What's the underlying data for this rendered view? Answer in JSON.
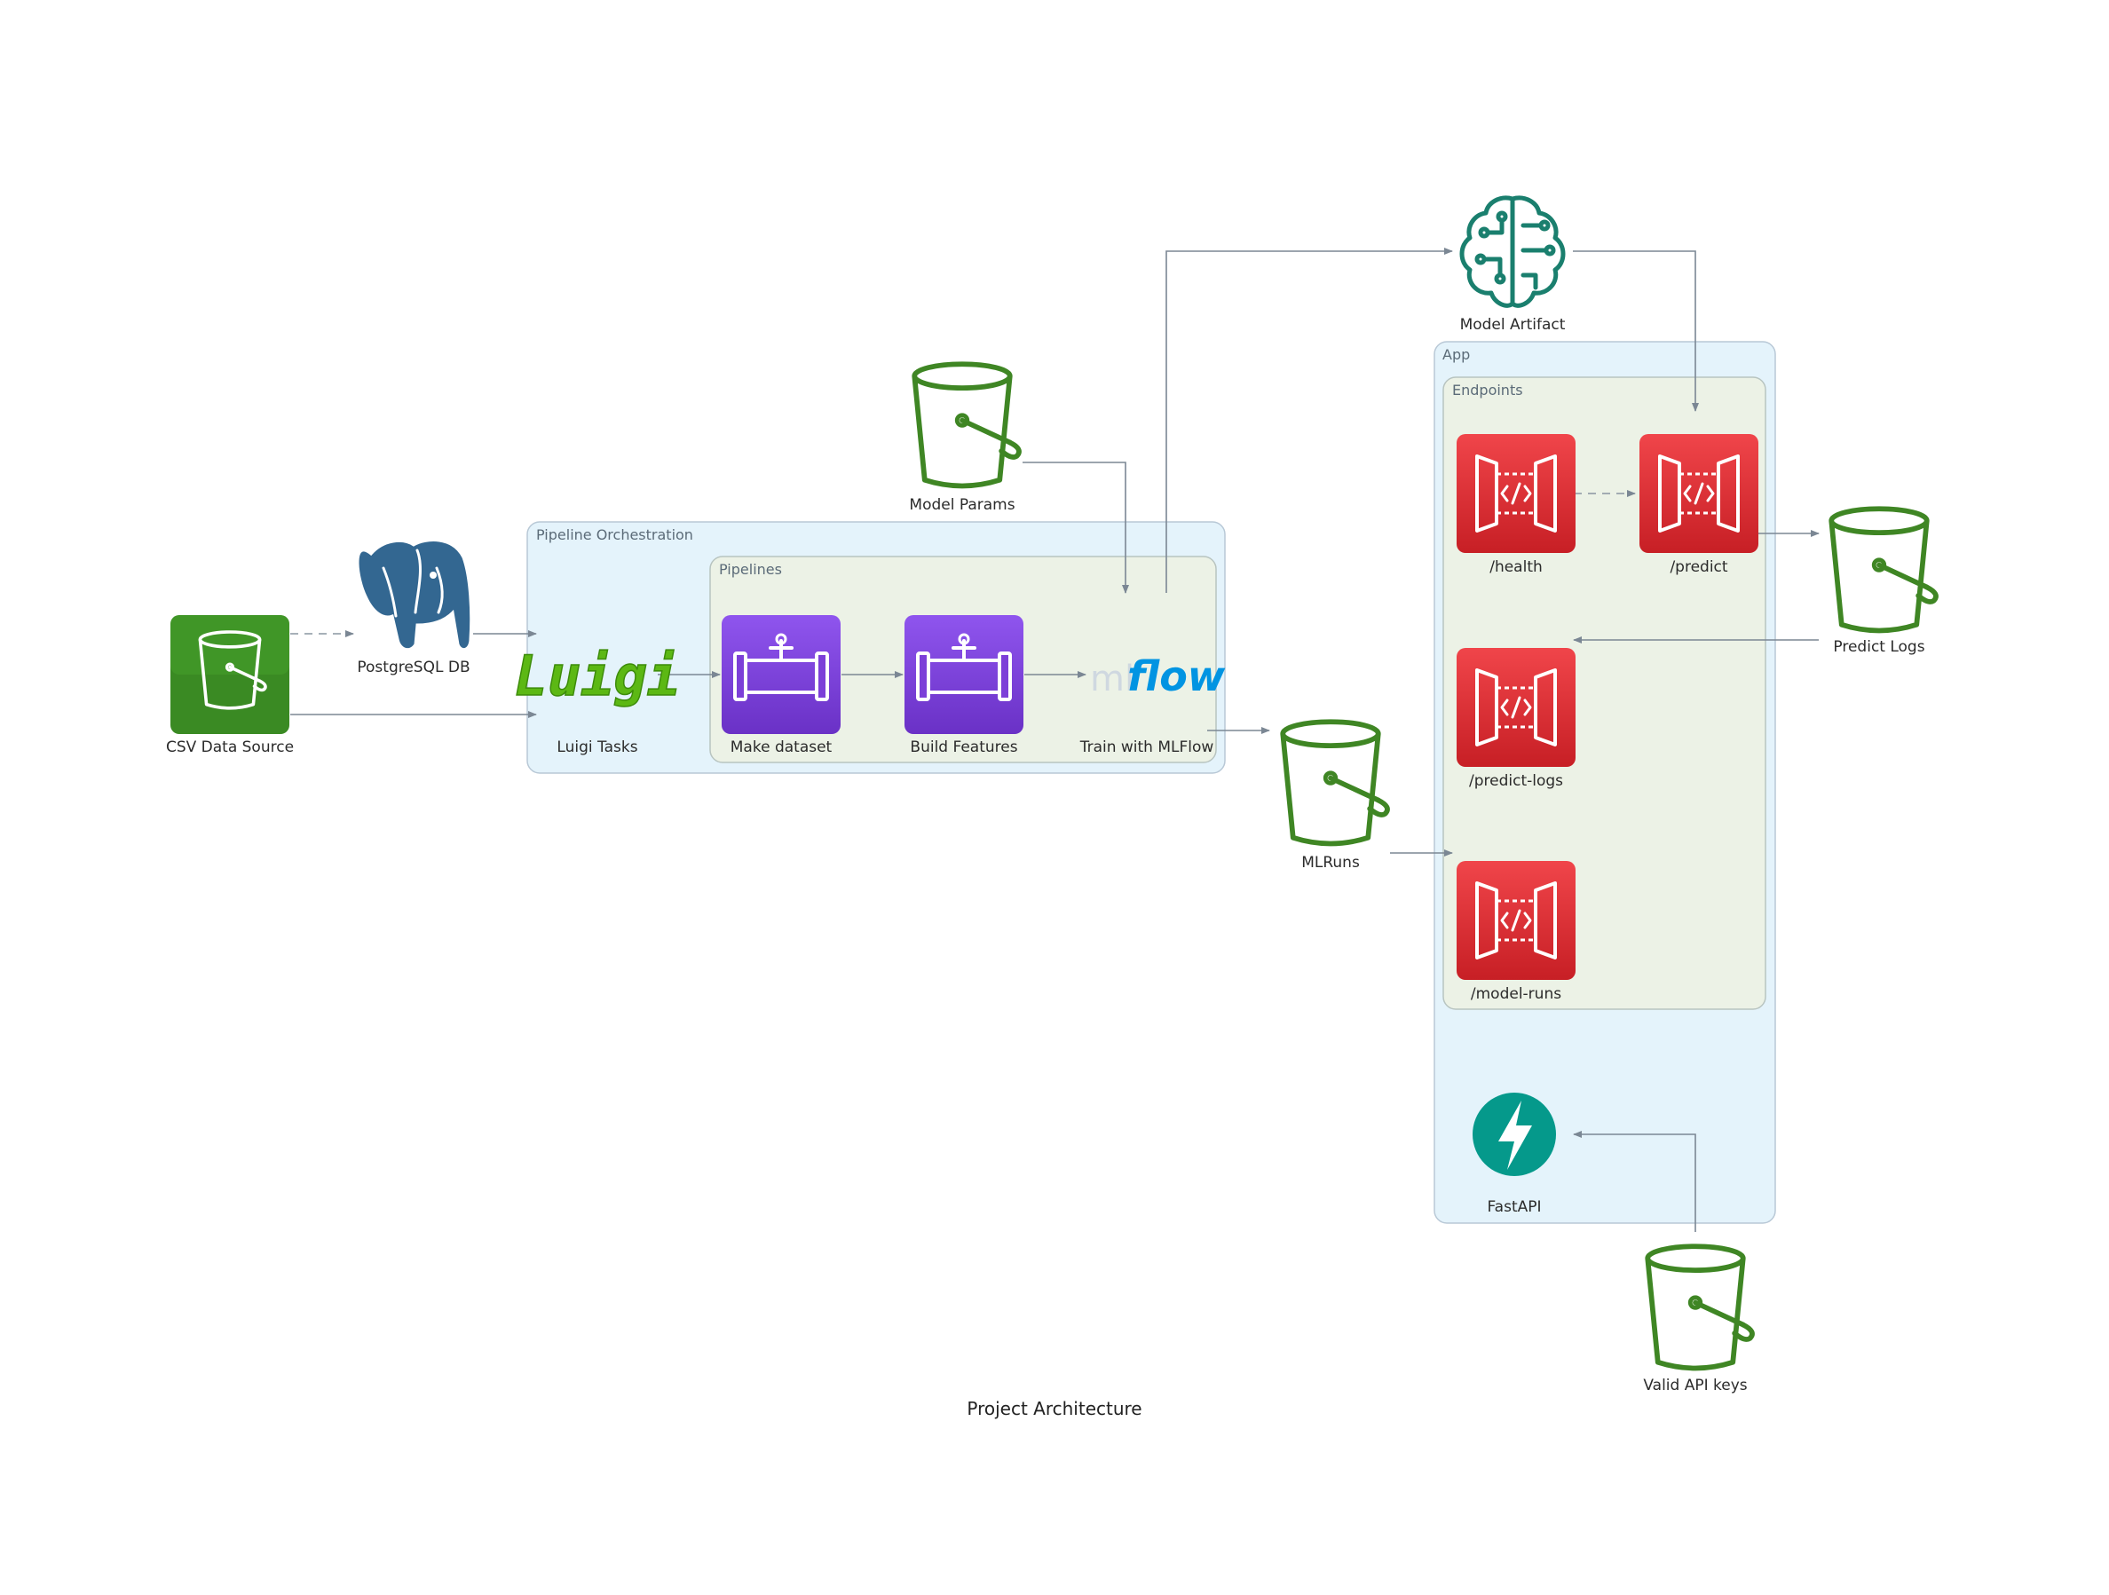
{
  "caption": "Project Architecture",
  "colors": {
    "bucket_green": "#3f8624",
    "csv_tile": "#3a8a23",
    "pipeline_tile": "#7c3fd8",
    "api_tile": "#dd2a2f",
    "brain_teal": "#1a7f6e",
    "fastapi_teal": "#05998b",
    "postgres_blue": "#336791",
    "luigi_green": "#5cb814",
    "mlflow_blue": "#0194e2",
    "cluster_outer_fill": "#e4f3fb",
    "cluster_inner_fill": "#ecf2e6",
    "edge": "#7b8794"
  },
  "clusters": {
    "pipeline_orchestration": "Pipeline Orchestration",
    "pipelines": "Pipelines",
    "app": "App",
    "endpoints": "Endpoints"
  },
  "nodes": {
    "csv_source": {
      "label": "CSV Data Source",
      "icon": "s3-bucket-tile-icon"
    },
    "postgres": {
      "label": "PostgreSQL DB",
      "icon": "postgresql-elephant-icon"
    },
    "luigi": {
      "label": "Luigi Tasks",
      "icon": "luigi-logo-icon",
      "logo_text": "Luigi"
    },
    "make_dataset": {
      "label": "Make dataset",
      "icon": "pipeline-icon"
    },
    "build_features": {
      "label": "Build Features",
      "icon": "pipeline-icon"
    },
    "mlflow": {
      "label": "Train with MLFlow",
      "icon": "mlflow-logo-icon",
      "logo_ml": "ml",
      "logo_flow": "flow"
    },
    "model_params": {
      "label": "Model Params",
      "icon": "bucket-icon"
    },
    "model_artifact": {
      "label": "Model Artifact",
      "icon": "sagemaker-brain-icon"
    },
    "mlruns": {
      "label": "MLRuns",
      "icon": "bucket-icon"
    },
    "health": {
      "label": "/health",
      "icon": "api-gateway-icon"
    },
    "predict": {
      "label": "/predict",
      "icon": "api-gateway-icon"
    },
    "predict_logs_ep": {
      "label": "/predict-logs",
      "icon": "api-gateway-icon"
    },
    "model_runs": {
      "label": "/model-runs",
      "icon": "api-gateway-icon"
    },
    "fastapi": {
      "label": "FastAPI",
      "icon": "fastapi-bolt-icon"
    },
    "predict_logs": {
      "label": "Predict Logs",
      "icon": "bucket-icon"
    },
    "valid_keys": {
      "label": "Valid API keys",
      "icon": "bucket-icon"
    }
  },
  "edges": [
    {
      "from": "csv_source",
      "to": "postgres",
      "style": "dashed"
    },
    {
      "from": "postgres",
      "to": "luigi",
      "style": "solid"
    },
    {
      "from": "csv_source",
      "to": "luigi",
      "style": "solid"
    },
    {
      "from": "luigi",
      "to": "make_dataset",
      "style": "solid"
    },
    {
      "from": "make_dataset",
      "to": "build_features",
      "style": "solid"
    },
    {
      "from": "build_features",
      "to": "mlflow",
      "style": "solid"
    },
    {
      "from": "model_params",
      "to": "mlflow",
      "style": "solid"
    },
    {
      "from": "mlflow",
      "to": "model_artifact",
      "style": "solid"
    },
    {
      "from": "mlflow",
      "to": "mlruns",
      "style": "solid"
    },
    {
      "from": "model_artifact",
      "to": "predict",
      "style": "solid"
    },
    {
      "from": "health",
      "to": "predict",
      "style": "dashed"
    },
    {
      "from": "predict",
      "to": "predict_logs",
      "style": "solid"
    },
    {
      "from": "predict_logs",
      "to": "predict_logs_ep",
      "style": "solid"
    },
    {
      "from": "mlruns",
      "to": "model_runs",
      "style": "solid"
    },
    {
      "from": "valid_keys",
      "to": "fastapi",
      "style": "solid"
    }
  ]
}
